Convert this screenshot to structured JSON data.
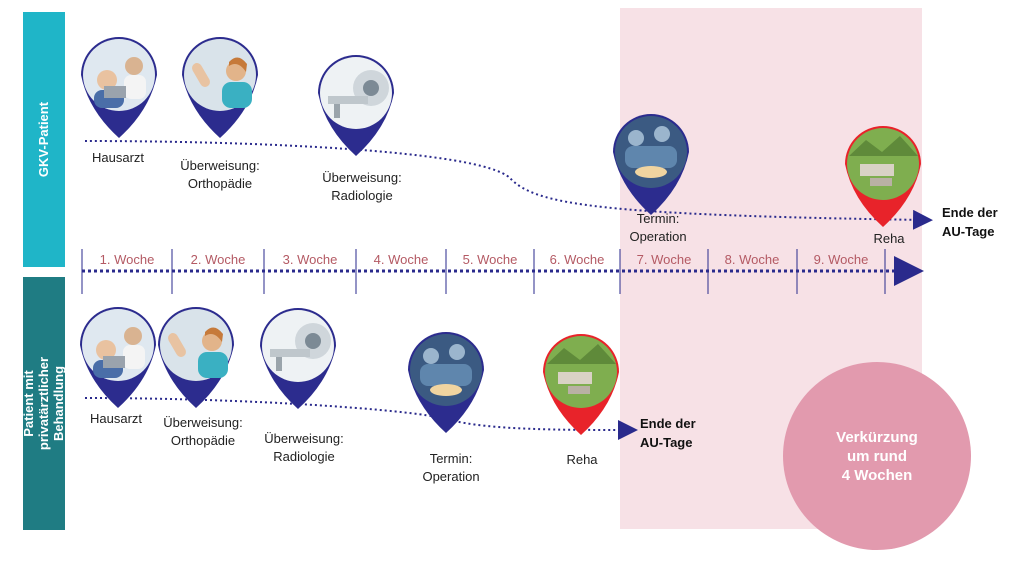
{
  "rows": {
    "gkv": {
      "title": "GKV-Patient"
    },
    "private": {
      "title": "Patient mit privatärztlicher Behandlung"
    }
  },
  "weeks": [
    "1. Woche",
    "2. Woche",
    "3. Woche",
    "4. Woche",
    "5. Woche",
    "6. Woche",
    "7. Woche",
    "8. Woche",
    "9. Woche"
  ],
  "gkv_steps": {
    "hausarzt": "Hausarzt",
    "ortho_1": "Überweisung:",
    "ortho_2": "Orthopädie",
    "radio_1": "Überweisung:",
    "radio_2": "Radiologie",
    "op_1": "Termin:",
    "op_2": "Operation",
    "reha": "Reha",
    "end_1": "Ende der",
    "end_2": "AU-Tage"
  },
  "private_steps": {
    "hausarzt": "Hausarzt",
    "ortho_1": "Überweisung:",
    "ortho_2": "Orthopädie",
    "radio_1": "Überweisung:",
    "radio_2": "Radiologie",
    "op_1": "Termin:",
    "op_2": "Operation",
    "reha": "Reha",
    "end_1": "Ende der",
    "end_2": "AU-Tage"
  },
  "savings": {
    "line1": "Verkürzung",
    "line2": "um rund",
    "line3": "4 Wochen"
  },
  "colors": {
    "gkv_bar": "#1fb5c8",
    "private_bar": "#1f7c83",
    "timeline": "#2a2a8c",
    "shade": "#f7e1e6",
    "circle": "#e29aae",
    "reha_pin": "#e8232a"
  }
}
